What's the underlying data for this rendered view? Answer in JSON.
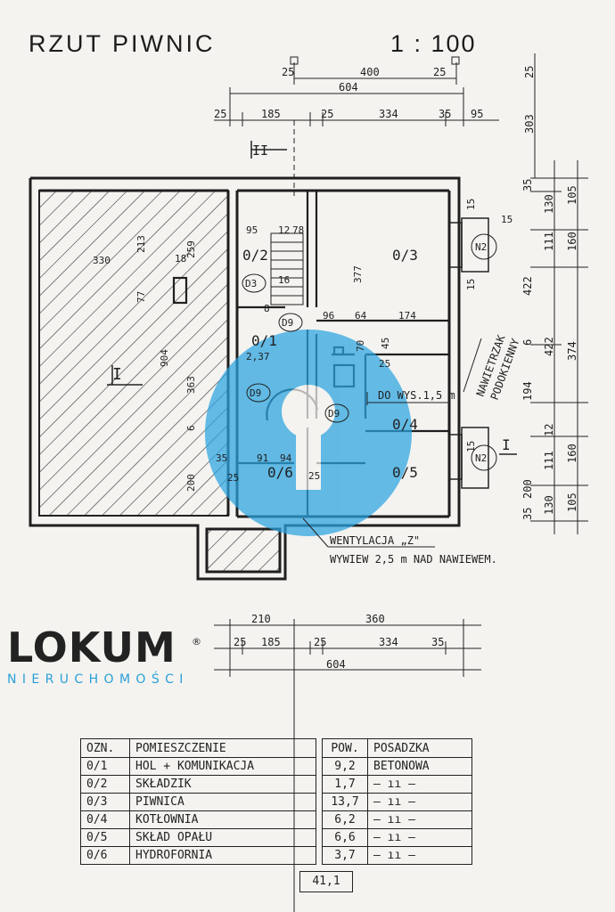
{
  "title": "RZUT  PIWNIC",
  "scale": "1 : 100",
  "dimensions": {
    "top_row1": [
      "25",
      "400",
      "25"
    ],
    "top_row2": [
      "604"
    ],
    "top_row3": [
      "25",
      "185",
      "25",
      "334",
      "35",
      "95"
    ],
    "right_col1": [
      "25",
      "303"
    ],
    "right_col2": [
      "35",
      "130",
      "111",
      "422",
      "6",
      "422",
      "194",
      "12",
      "111",
      "200",
      "130",
      "35"
    ],
    "right_col3": [
      "105",
      "160",
      "374",
      "160",
      "105"
    ],
    "bottom_row1": [
      "210",
      "360"
    ],
    "bottom_row2": [
      "25",
      "185",
      "25",
      "334",
      "35"
    ],
    "bottom_row3": [
      "604"
    ],
    "interior": [
      "330",
      "213",
      "259",
      "77",
      "18",
      "904",
      "363",
      "6",
      "200",
      "95",
      "12",
      "78",
      "377",
      "96",
      "64",
      "174",
      "70",
      "45",
      "25",
      "2,37",
      "91",
      "94",
      "25",
      "35",
      "25",
      "8",
      "16",
      "15",
      "15",
      "15",
      "15"
    ]
  },
  "rooms_on_plan": {
    "r01": "0/1",
    "r02": "0/2",
    "r03": "0/3",
    "r04": "0/4",
    "r05": "0/5",
    "r06": "0/6"
  },
  "tags": {
    "d3": "D3",
    "d9a": "D9",
    "d9b": "D9",
    "d9c": "D9",
    "n2a": "N2",
    "n2b": "N2",
    "section_top": "II",
    "section_left": "I",
    "section_right": "I"
  },
  "notes": {
    "nawietrzak": "NAWIETRZAK",
    "podokienny": "PODOKIENNY",
    "do_wys": "DO WYS.1,5 m",
    "wentylacja": "WENTYLACJA „Z\"",
    "wywiew": "WYWIEW 2,5 m NAD NAWIEWEM."
  },
  "logo": {
    "name": "LOKUM",
    "sub": "NIERUCHOMOŚCI",
    "reg": "®"
  },
  "table": {
    "headers": {
      "ozn": "OZN.",
      "name": "POMIESZCZENIE",
      "pow": "POW.",
      "pos": "POSADZKA"
    },
    "rows": [
      {
        "ozn": "0/1",
        "name": "HOL + KOMUNIKACJA",
        "pow": "9,2",
        "pos": "BETONOWA"
      },
      {
        "ozn": "0/2",
        "name": "SKŁADZIK",
        "pow": "1,7",
        "pos": "— ıı —"
      },
      {
        "ozn": "0/3",
        "name": "PIWNICA",
        "pow": "13,7",
        "pos": "— ıı —"
      },
      {
        "ozn": "0/4",
        "name": "KOTŁOWNIA",
        "pow": "6,2",
        "pos": "— ıı —"
      },
      {
        "ozn": "0/5",
        "name": "SKŁAD OPAŁU",
        "pow": "6,6",
        "pos": "— ıı —"
      },
      {
        "ozn": "0/6",
        "name": "HYDROFORNIA",
        "pow": "3,7",
        "pos": "— ıı —"
      }
    ],
    "total": "41,1"
  },
  "colors": {
    "ink": "#1f1f1f",
    "paper": "#f4f3f0",
    "watermark": "#29a4e0",
    "logo_accent": "#2aa0d8"
  }
}
